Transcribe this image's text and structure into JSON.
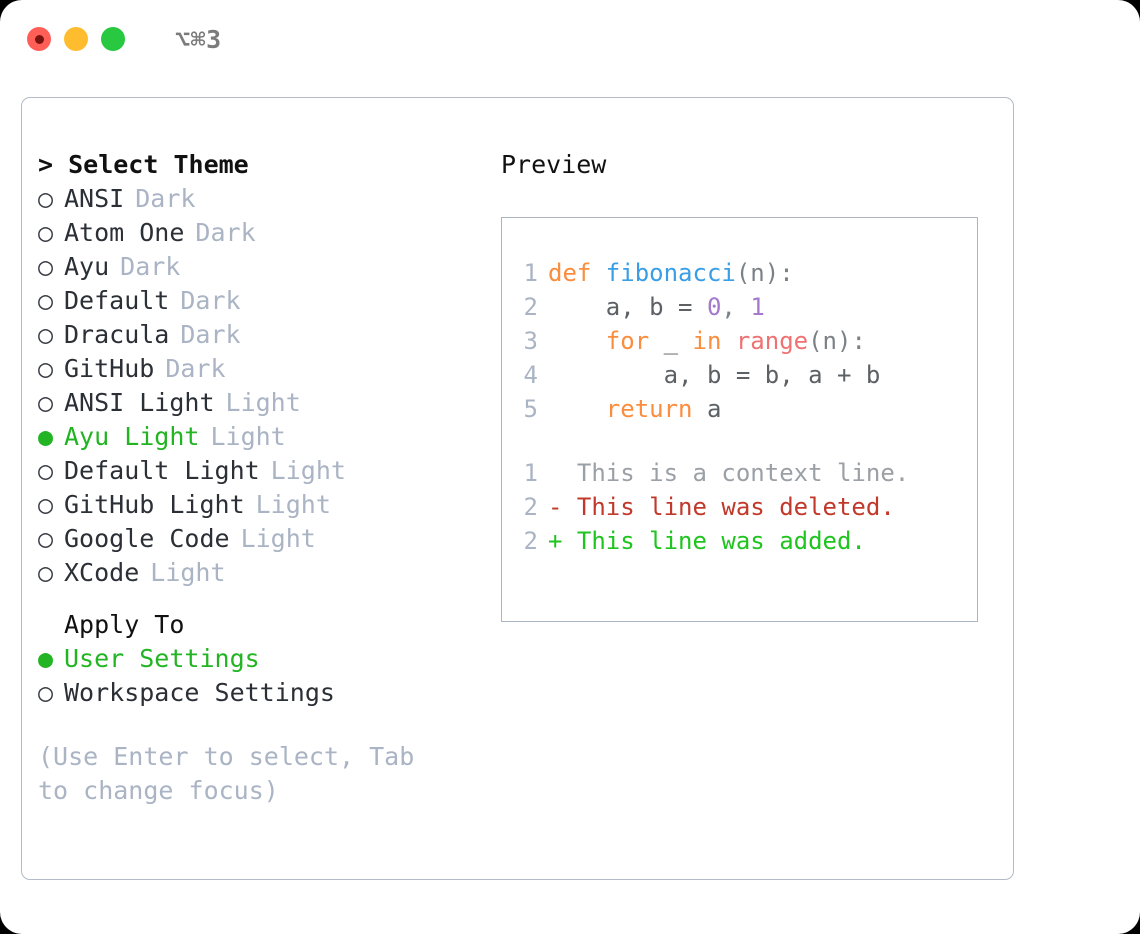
{
  "titlebar": {
    "shortcut": "⌥⌘3",
    "lights": [
      {
        "name": "close",
        "color": "#ff5f57"
      },
      {
        "name": "minimize",
        "color": "#febc2e"
      },
      {
        "name": "maximize",
        "color": "#28c840"
      }
    ]
  },
  "theme_picker": {
    "header": "> Select Theme",
    "options": [
      {
        "marker": "○",
        "label": "ANSI",
        "tag": "Dark",
        "selected": false
      },
      {
        "marker": "○",
        "label": "Atom One",
        "tag": "Dark",
        "selected": false
      },
      {
        "marker": "○",
        "label": "Ayu",
        "tag": "Dark",
        "selected": false
      },
      {
        "marker": "○",
        "label": "Default",
        "tag": "Dark",
        "selected": false
      },
      {
        "marker": "○",
        "label": "Dracula",
        "tag": "Dark",
        "selected": false
      },
      {
        "marker": "○",
        "label": "GitHub",
        "tag": "Dark",
        "selected": false
      },
      {
        "marker": "○",
        "label": "ANSI Light",
        "tag": "Light",
        "selected": false
      },
      {
        "marker": "●",
        "label": "Ayu Light",
        "tag": "Light",
        "selected": true
      },
      {
        "marker": "○",
        "label": "Default Light",
        "tag": "Light",
        "selected": false
      },
      {
        "marker": "○",
        "label": "GitHub Light",
        "tag": "Light",
        "selected": false
      },
      {
        "marker": "○",
        "label": "Google Code",
        "tag": "Light",
        "selected": false
      },
      {
        "marker": "○",
        "label": "XCode",
        "tag": "Light",
        "selected": false
      }
    ]
  },
  "apply_to": {
    "header": "Apply To",
    "options": [
      {
        "marker": "●",
        "label": "User Settings",
        "selected": true
      },
      {
        "marker": "○",
        "label": "Workspace Settings",
        "selected": false
      }
    ]
  },
  "hint": "(Use Enter to select, Tab to change focus)",
  "preview": {
    "title": "Preview",
    "code_lines": [
      {
        "num": "1",
        "tokens": [
          {
            "t": "def ",
            "c": "kw"
          },
          {
            "t": "fibonacci",
            "c": "fn"
          },
          {
            "t": "(n):",
            "c": "punc"
          }
        ]
      },
      {
        "num": "2",
        "tokens": [
          {
            "t": "    a, b = ",
            "c": "var"
          },
          {
            "t": "0",
            "c": "num"
          },
          {
            "t": ", ",
            "c": "punc"
          },
          {
            "t": "1",
            "c": "num"
          }
        ]
      },
      {
        "num": "3",
        "tokens": [
          {
            "t": "    for ",
            "c": "kw"
          },
          {
            "t": "_ ",
            "c": "var"
          },
          {
            "t": "in ",
            "c": "kw"
          },
          {
            "t": "range",
            "c": "builtin"
          },
          {
            "t": "(n):",
            "c": "punc"
          }
        ]
      },
      {
        "num": "4",
        "tokens": [
          {
            "t": "        a, b = b, a + b",
            "c": "var"
          }
        ]
      },
      {
        "num": "5",
        "tokens": [
          {
            "t": "    return ",
            "c": "kw"
          },
          {
            "t": "a",
            "c": "var"
          }
        ]
      }
    ],
    "diff_lines": [
      {
        "num": "1",
        "text": "  This is a context line.",
        "kind": "ctx"
      },
      {
        "num": "2",
        "text": "- This line was deleted.",
        "kind": "del"
      },
      {
        "num": "2",
        "text": "+ This line was added.",
        "kind": "add"
      }
    ]
  }
}
